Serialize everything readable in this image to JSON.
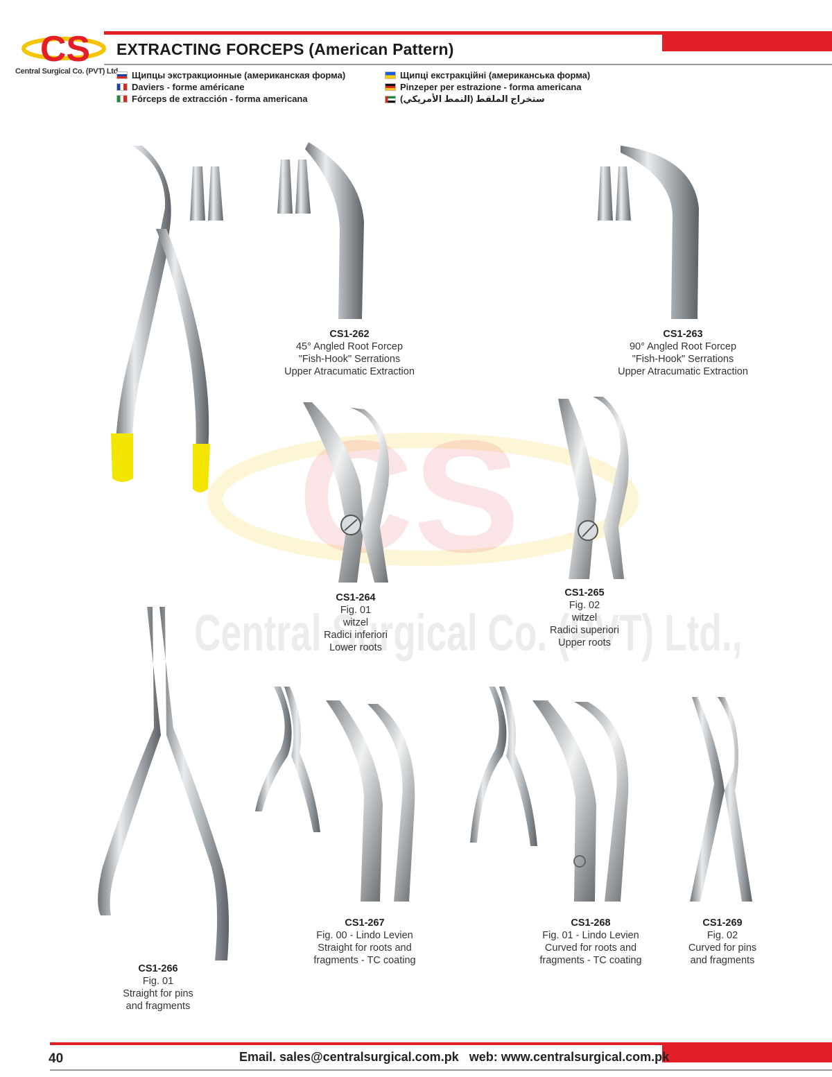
{
  "header": {
    "logo_letters": "CS",
    "logo_text": "Central Surgical Co. (PVT) Ltd.",
    "title": "EXTRACTING FORCEPS (American Pattern)",
    "translations_left": [
      {
        "flag": "ru",
        "text": "Щипцы экстракционные (американская форма)"
      },
      {
        "flag": "fr",
        "text": "Daviers - forme américane"
      },
      {
        "flag": "it",
        "text": "Fórceps de extracción - forma americana"
      }
    ],
    "translations_right": [
      {
        "flag": "ua",
        "text": "Щипці екстракційні (американська форма)"
      },
      {
        "flag": "de",
        "text": "Pinzeper per estrazione - forma americana"
      },
      {
        "flag": "ae",
        "text": "ستخراج الملقط (النمط الأمريكي)"
      }
    ]
  },
  "watermark": {
    "letters": "CS",
    "text": "Central Surgical Co. (PVT) Ltd.,"
  },
  "products": [
    {
      "code": "CS1-262",
      "lines": [
        "45° Angled Root Forcep",
        "\"Fish-Hook\" Serrations",
        "Upper Atracumatic Extraction"
      ]
    },
    {
      "code": "CS1-263",
      "lines": [
        "90° Angled Root Forcep",
        "\"Fish-Hook\" Serrations",
        "Upper Atracumatic Extraction"
      ]
    },
    {
      "code": "CS1-264",
      "lines": [
        "Fig. 01",
        "witzel",
        "Radici inferiori",
        "Lower roots"
      ]
    },
    {
      "code": "CS1-265",
      "lines": [
        "Fig. 02",
        "witzel",
        "Radici superiori",
        "Upper roots"
      ]
    },
    {
      "code": "CS1-266",
      "lines": [
        "Fig. 01",
        "Straight for pins",
        "and fragments"
      ]
    },
    {
      "code": "CS1-267",
      "lines": [
        "Fig. 00 - Lindo Levien",
        "Straight for roots and",
        "fragments - TC coating"
      ]
    },
    {
      "code": "CS1-268",
      "lines": [
        "Fig. 01 - Lindo Levien",
        "Curved for roots and",
        "fragments - TC coating"
      ]
    },
    {
      "code": "CS1-269",
      "lines": [
        "Fig. 02",
        "Curved for pins",
        "and fragments"
      ]
    }
  ],
  "footer": {
    "page_number": "40",
    "contact": "Email. sales@centralsurgical.com.pk   web: www.centralsurgical.com.pk"
  },
  "colors": {
    "accent_red": "#e21f26",
    "logo_yellow": "#f5c400",
    "handle_tip_yellow": "#f2e600",
    "steel": "#a9adb2"
  }
}
